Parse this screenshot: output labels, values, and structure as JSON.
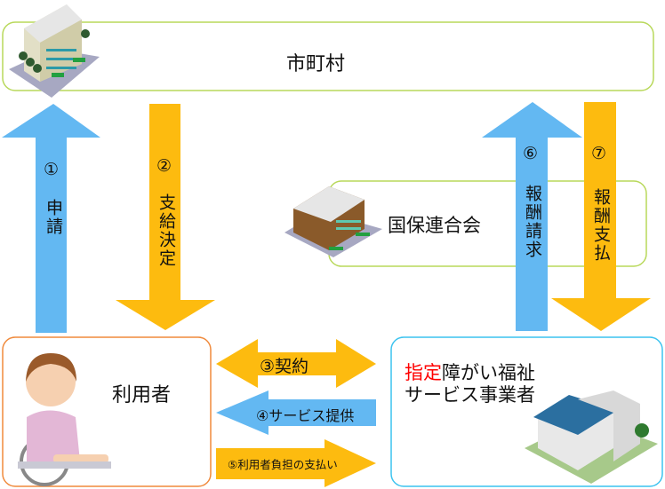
{
  "municipality": {
    "label": "市町村"
  },
  "federation": {
    "label": "国保連合会"
  },
  "user": {
    "label": "利用者"
  },
  "provider": {
    "label_highlight": "指定",
    "label_rest": "障がい福祉",
    "label_line2": "サービス事業者"
  },
  "arrows": {
    "a1": {
      "num": "①",
      "label": "申請"
    },
    "a2": {
      "num": "②",
      "label": "支給決定"
    },
    "a3": {
      "label": "③契約"
    },
    "a4": {
      "label": "④サービス提供"
    },
    "a5": {
      "label": "⑤利用者負担の支払い"
    },
    "a6": {
      "num": "⑥",
      "label": "報酬請求"
    },
    "a7": {
      "num": "⑦",
      "label": "報酬支払"
    }
  },
  "colors": {
    "blue": "#63b8f2",
    "yellow": "#fdbb0f",
    "green_border": "#b8d85a",
    "orange_border": "#f08a3c",
    "cyan_border": "#3cc3ef",
    "highlight": "#ff0000"
  }
}
